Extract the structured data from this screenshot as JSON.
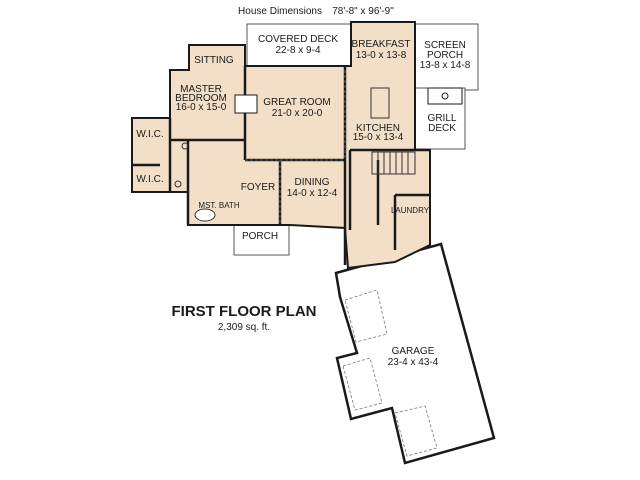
{
  "header": {
    "dimensions_label": "House Dimensions",
    "dimensions_value": "78'-8\" x 96'-9\""
  },
  "plan": {
    "title": "FIRST FLOOR PLAN",
    "area": "2,309 sq. ft."
  },
  "colors": {
    "room_fill": "#f3dfc8",
    "wall": "#1a1a1a"
  },
  "rooms": {
    "covered_deck": {
      "name": "COVERED DECK",
      "size": "22-8 x 9-4"
    },
    "breakfast": {
      "name": "BREAKFAST",
      "size": "13-0 x 13-8"
    },
    "screen_porch": {
      "name1": "SCREEN",
      "name2": "PORCH",
      "size": "13-8 x 14-8"
    },
    "sitting": {
      "name": "SITTING"
    },
    "master_bedroom": {
      "name1": "MASTER",
      "name2": "BEDROOM",
      "size": "16-0 x 15-0"
    },
    "great_room": {
      "name": "GREAT ROOM",
      "size": "21-0 x 20-0"
    },
    "kitchen": {
      "name": "KITCHEN",
      "size": "15-0 x 13-4"
    },
    "grill_deck": {
      "name1": "GRILL",
      "name2": "DECK"
    },
    "wic1": {
      "name": "W.I.C."
    },
    "wic2": {
      "name": "W.I.C."
    },
    "foyer": {
      "name": "FOYER"
    },
    "dining": {
      "name": "DINING",
      "size": "14-0 x 12-4"
    },
    "mst_bath": {
      "name": "MST. BATH"
    },
    "laundry": {
      "name": "LAUNDRY"
    },
    "porch": {
      "name": "PORCH"
    },
    "garage": {
      "name": "GARAGE",
      "size": "23-4 x 43-4"
    }
  }
}
